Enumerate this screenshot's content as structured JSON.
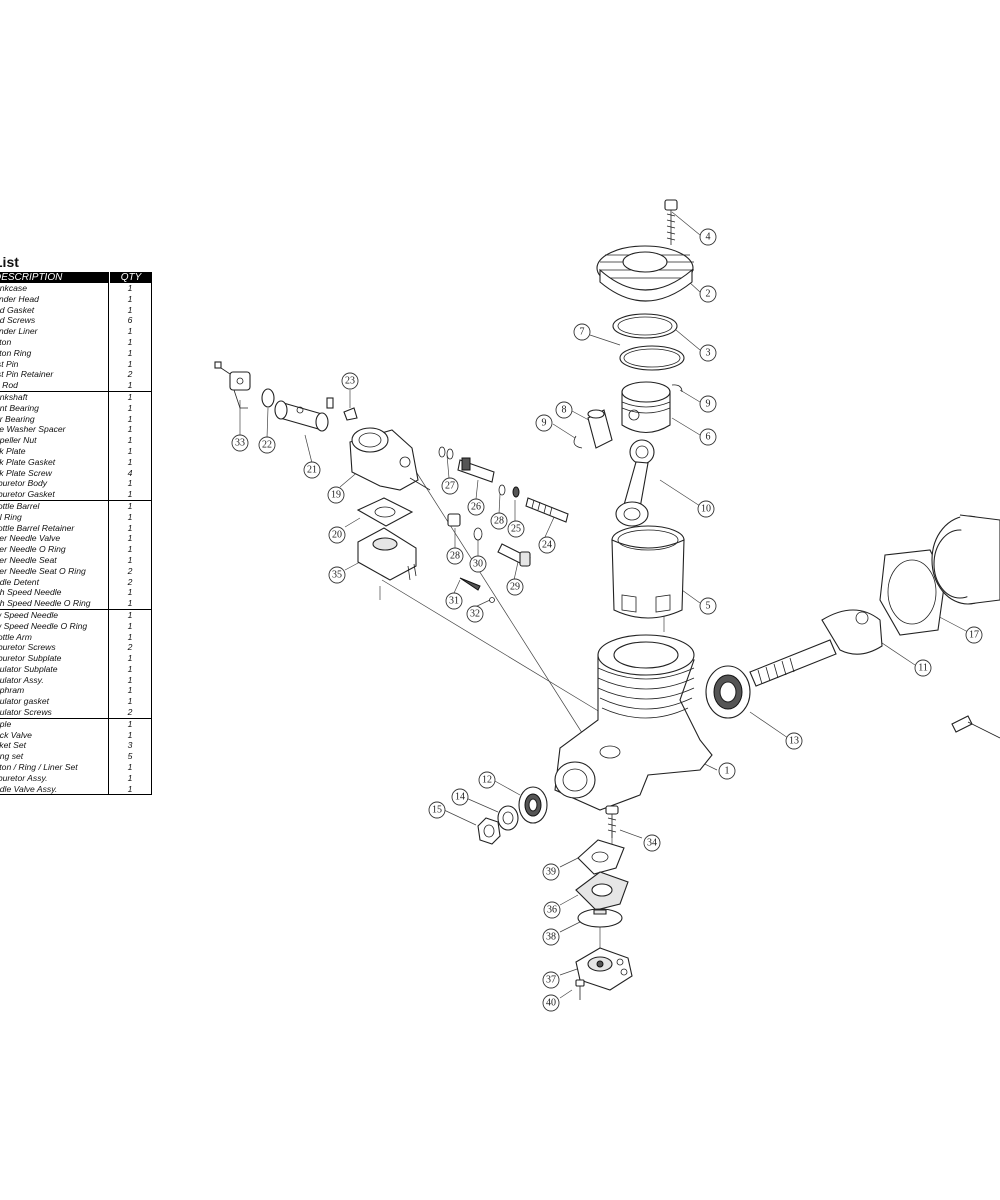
{
  "parts_list": {
    "title": "List",
    "header": {
      "description": "DESCRIPTION",
      "qty": "QTY"
    },
    "groups": [
      [
        {
          "desc": "ankcase",
          "qty": "1"
        },
        {
          "desc": "linder Head",
          "qty": "1"
        },
        {
          "desc": "ad Gasket",
          "qty": "1"
        },
        {
          "desc": "ad Screws",
          "qty": "6"
        },
        {
          "desc": "linder Liner",
          "qty": "1"
        },
        {
          "desc": "ston",
          "qty": "1"
        },
        {
          "desc": "ston Ring",
          "qty": "1"
        },
        {
          "desc": "ist Pin",
          "qty": "1"
        },
        {
          "desc": "ist Pin Retainer",
          "qty": "2"
        },
        {
          "desc": "n Rod",
          "qty": "1"
        }
      ],
      [
        {
          "desc": "ankshaft",
          "qty": "1"
        },
        {
          "desc": "ont Bearing",
          "qty": "1"
        },
        {
          "desc": "ar Bearing",
          "qty": "1"
        },
        {
          "desc": "ve Washer Spacer",
          "qty": "1"
        },
        {
          "desc": "opeller Nut",
          "qty": "1"
        },
        {
          "desc": "ck Plate",
          "qty": "1"
        },
        {
          "desc": "ck Plate Gasket",
          "qty": "1"
        },
        {
          "desc": "ck Plate Screw",
          "qty": "4"
        },
        {
          "desc": "rburetor Body",
          "qty": "1"
        },
        {
          "desc": "rburetor Gasket",
          "qty": "1"
        }
      ],
      [
        {
          "desc": "rottle Barrel",
          "qty": "1"
        },
        {
          "desc": "al Ring",
          "qty": "1"
        },
        {
          "desc": "rottle Barrel Retainer",
          "qty": "1"
        },
        {
          "desc": "ver Needle Valve",
          "qty": "1"
        },
        {
          "desc": "ver Needle O Ring",
          "qty": "1"
        },
        {
          "desc": "ver Needle Seat",
          "qty": "1"
        },
        {
          "desc": "ver Needle Seat O Ring",
          "qty": "2"
        },
        {
          "desc": "edle Detent",
          "qty": "2"
        },
        {
          "desc": "gh Speed Needle",
          "qty": "1"
        },
        {
          "desc": "gh Speed Needle O Ring",
          "qty": "1"
        }
      ],
      [
        {
          "desc": "w Speed Needle",
          "qty": "1"
        },
        {
          "desc": "w Speed Needle O Ring",
          "qty": "1"
        },
        {
          "desc": "rottle Arm",
          "qty": "1"
        },
        {
          "desc": "rburetor Screws",
          "qty": "2"
        },
        {
          "desc": "rburetor Subplate",
          "qty": "1"
        },
        {
          "desc": "gulator Subplate",
          "qty": "1"
        },
        {
          "desc": "gulator Assy.",
          "qty": "1"
        },
        {
          "desc": "aphram",
          "qty": "1"
        },
        {
          "desc": "gulator gasket",
          "qty": "1"
        },
        {
          "desc": "gulator Screws",
          "qty": "2"
        }
      ],
      [
        {
          "desc": "pple",
          "qty": "1"
        },
        {
          "desc": "eck Valve",
          "qty": "1"
        },
        {
          "desc": "sket Set",
          "qty": "3"
        },
        {
          "desc": "ring set",
          "qty": "5"
        },
        {
          "desc": "ston / Ring / Liner Set",
          "qty": "1"
        },
        {
          "desc": "rburetor Assy.",
          "qty": "1"
        },
        {
          "desc": "edle Valve Assy.",
          "qty": "1"
        }
      ]
    ]
  },
  "callouts": [
    "1",
    "2",
    "3",
    "4",
    "5",
    "6",
    "7",
    "8",
    "9",
    "9",
    "10",
    "11",
    "12",
    "13",
    "14",
    "15",
    "17",
    "19",
    "20",
    "21",
    "22",
    "23",
    "24",
    "25",
    "26",
    "27",
    "28",
    "28",
    "29",
    "30",
    "31",
    "32",
    "33",
    "34",
    "35",
    "36",
    "37",
    "38",
    "39",
    "40"
  ]
}
